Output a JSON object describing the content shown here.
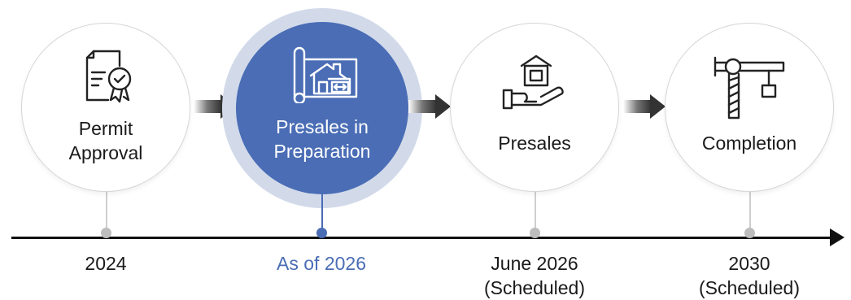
{
  "steps": [
    {
      "label": "Permit\nApproval",
      "date": "2024",
      "active": false,
      "icon": "approved-document-icon"
    },
    {
      "label": "Presales in\nPreparation",
      "date": "As of 2026",
      "active": true,
      "icon": "building-blueprint-icon"
    },
    {
      "label": "Presales",
      "date": "June 2026\n(Scheduled)",
      "active": false,
      "icon": "house-in-hand-icon"
    },
    {
      "label": "Completion",
      "date": "2030\n(Scheduled)",
      "active": false,
      "icon": "construction-crane-icon"
    }
  ],
  "colors": {
    "accent": "#4a6db5",
    "halo": "#d2daea",
    "text": "#1a1a1a",
    "connector": "#cfcfcf",
    "dot": "#bdbdbd",
    "timeline": "#111111"
  }
}
